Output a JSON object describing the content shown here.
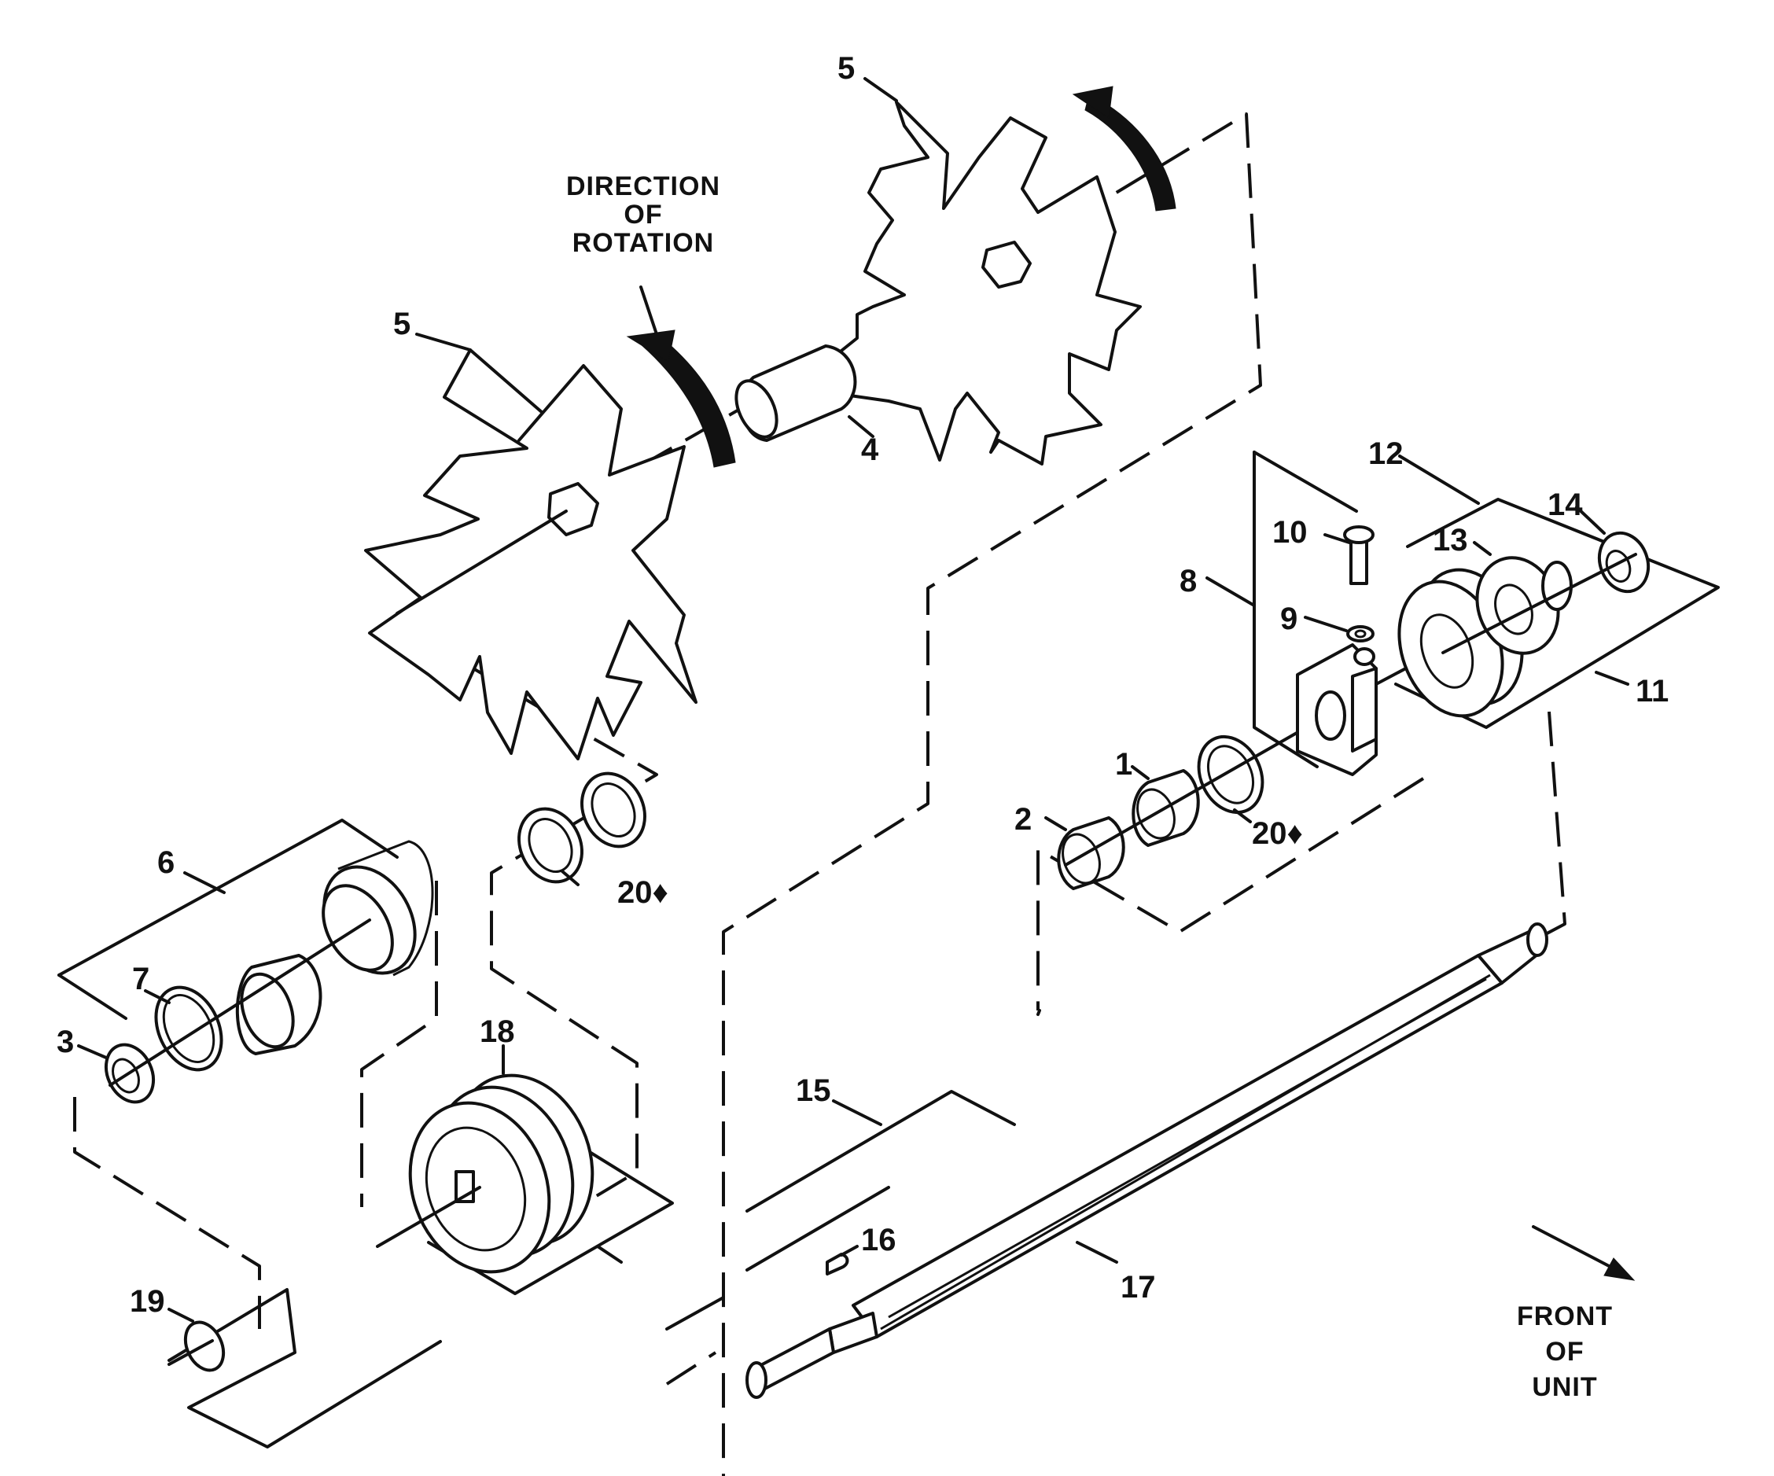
{
  "diagram": {
    "callouts": {
      "c1": "1",
      "c2": "2",
      "c3": "3",
      "c4": "4",
      "c5a": "5",
      "c5b": "5",
      "c6": "6",
      "c7": "7",
      "c8": "8",
      "c9": "9",
      "c10": "10",
      "c11": "11",
      "c12": "12",
      "c13": "13",
      "c14": "14",
      "c15": "15",
      "c16": "16",
      "c17": "17",
      "c18": "18",
      "c19": "19",
      "c20a": "20♦",
      "c20b": "20♦"
    },
    "rotation_note": [
      "DIRECTION",
      "OF",
      "ROTATION"
    ],
    "front_note": [
      "FRONT",
      "OF",
      "UNIT"
    ]
  }
}
